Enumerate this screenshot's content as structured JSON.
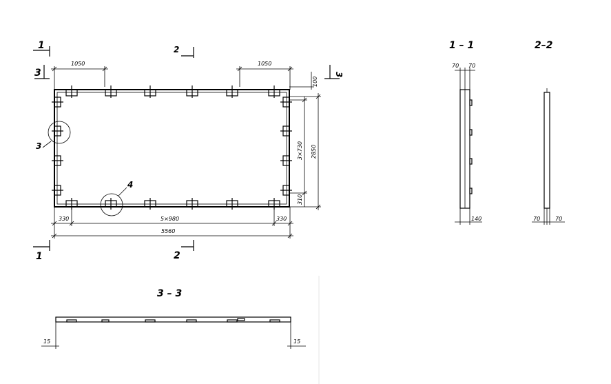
{
  "plan": {
    "dim_top_left": "1050",
    "dim_top_right": "1050",
    "dim_edge_top": "100",
    "dim_height_total": "2850",
    "dim_height_inner": "3×730",
    "dim_bottom_right": "310",
    "dim_bottom_left": "330",
    "dim_bottom_mid": "5×980",
    "dim_bottom_right2": "330",
    "dim_total_length": "5560",
    "callout_3": "3",
    "callout_4": "4",
    "cut_1_top": "1",
    "cut_1_bottom": "1",
    "cut_2_top": "2",
    "cut_2_bottom": "2",
    "cut_3_left": "3",
    "cut_3_right": "3"
  },
  "section_1_1": {
    "title": "1 – 1",
    "dim_top_a": "70",
    "dim_top_b": "70",
    "dim_bottom": "140"
  },
  "section_2_2": {
    "title": "2–2",
    "dim_bottom_a": "70",
    "dim_bottom_b": "70"
  },
  "section_3_3": {
    "title": "3 – 3",
    "dim_left": "15",
    "dim_right": "15"
  }
}
